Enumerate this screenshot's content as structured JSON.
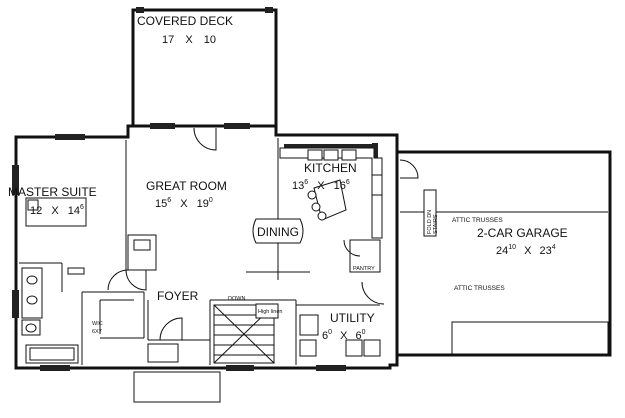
{
  "rooms": {
    "covered_deck": {
      "name": "COVERED DECK",
      "w": "17",
      "x": "X",
      "h": "10"
    },
    "master_suite": {
      "name": "MASTER SUITE",
      "w": "12",
      "x": "X",
      "h": "14",
      "h_sup": "6"
    },
    "great_room": {
      "name": "GREAT ROOM",
      "w": "15",
      "w_sup": "6",
      "x": "X",
      "h": "19",
      "h_sup": "0"
    },
    "kitchen": {
      "name": "KITCHEN",
      "w": "13",
      "w_sup": "6",
      "x": "X",
      "h": "16",
      "h_sup": "6"
    },
    "dining": {
      "name": "DINING"
    },
    "pantry": {
      "name": "PANTRY"
    },
    "foyer": {
      "name": "FOYER"
    },
    "utility": {
      "name": "UTILITY",
      "w": "6",
      "w_sup": "0",
      "x": "X",
      "h": "6",
      "h_sup": "0"
    },
    "garage": {
      "name": "2-CAR GARAGE",
      "w": "24",
      "w_sup": "10",
      "x": "X",
      "h": "23",
      "h_sup": "4"
    }
  },
  "notes": {
    "attic_trusses_top": "ATTIC TRUSSES",
    "attic_trusses_bottom": "ATTIC TRUSSES",
    "fold_down_stair_1": "FOLD DN",
    "fold_down_stair_2": "STAIRS",
    "down": "DOWN",
    "high_linen": "High linen",
    "wic_1": "WIC",
    "wic_2": "6X7"
  }
}
